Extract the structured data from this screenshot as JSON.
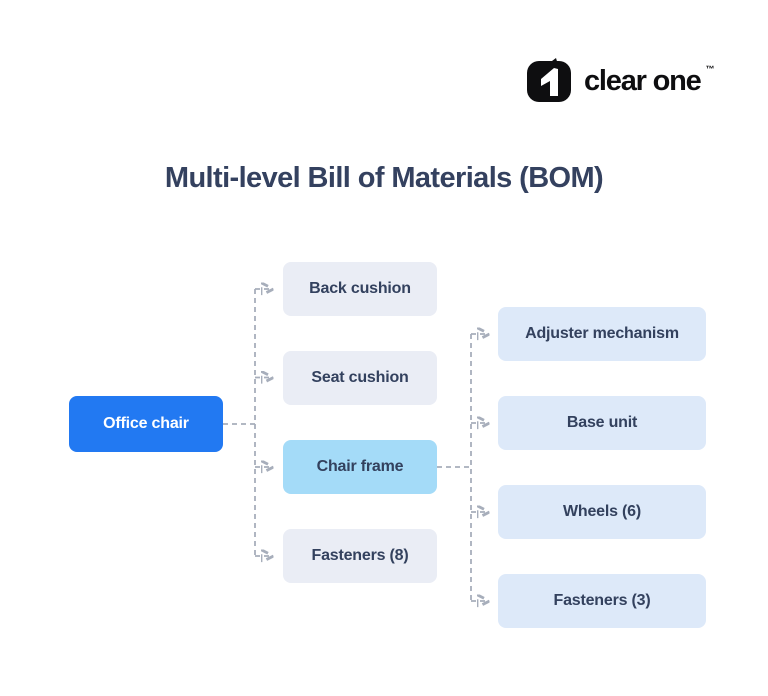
{
  "brand": {
    "wordmark": "clear one",
    "trademark": "™",
    "logo_glyph": "1"
  },
  "title": "Multi-level Bill of Materials (BOM)",
  "colors": {
    "root_node": "#2279f2",
    "highlight_node": "#a4dbf8",
    "level1_node": "#eaedf5",
    "level2_node": "#dde9f9",
    "node_text": "#33415e",
    "connector": "#a7aebb",
    "title_color": "#34415f",
    "brand_black": "#0e0e10"
  },
  "diagram": {
    "root": {
      "label": "Office chair"
    },
    "level1": [
      {
        "label": "Back cushion"
      },
      {
        "label": "Seat cushion"
      },
      {
        "label": "Chair frame",
        "highlighted": true
      },
      {
        "label": "Fasteners (8)"
      }
    ],
    "level2_parent": "Chair frame",
    "level2": [
      {
        "label": "Adjuster mechanism"
      },
      {
        "label": "Base unit"
      },
      {
        "label": "Wheels (6)"
      },
      {
        "label": "Fasteners (3)"
      }
    ]
  }
}
